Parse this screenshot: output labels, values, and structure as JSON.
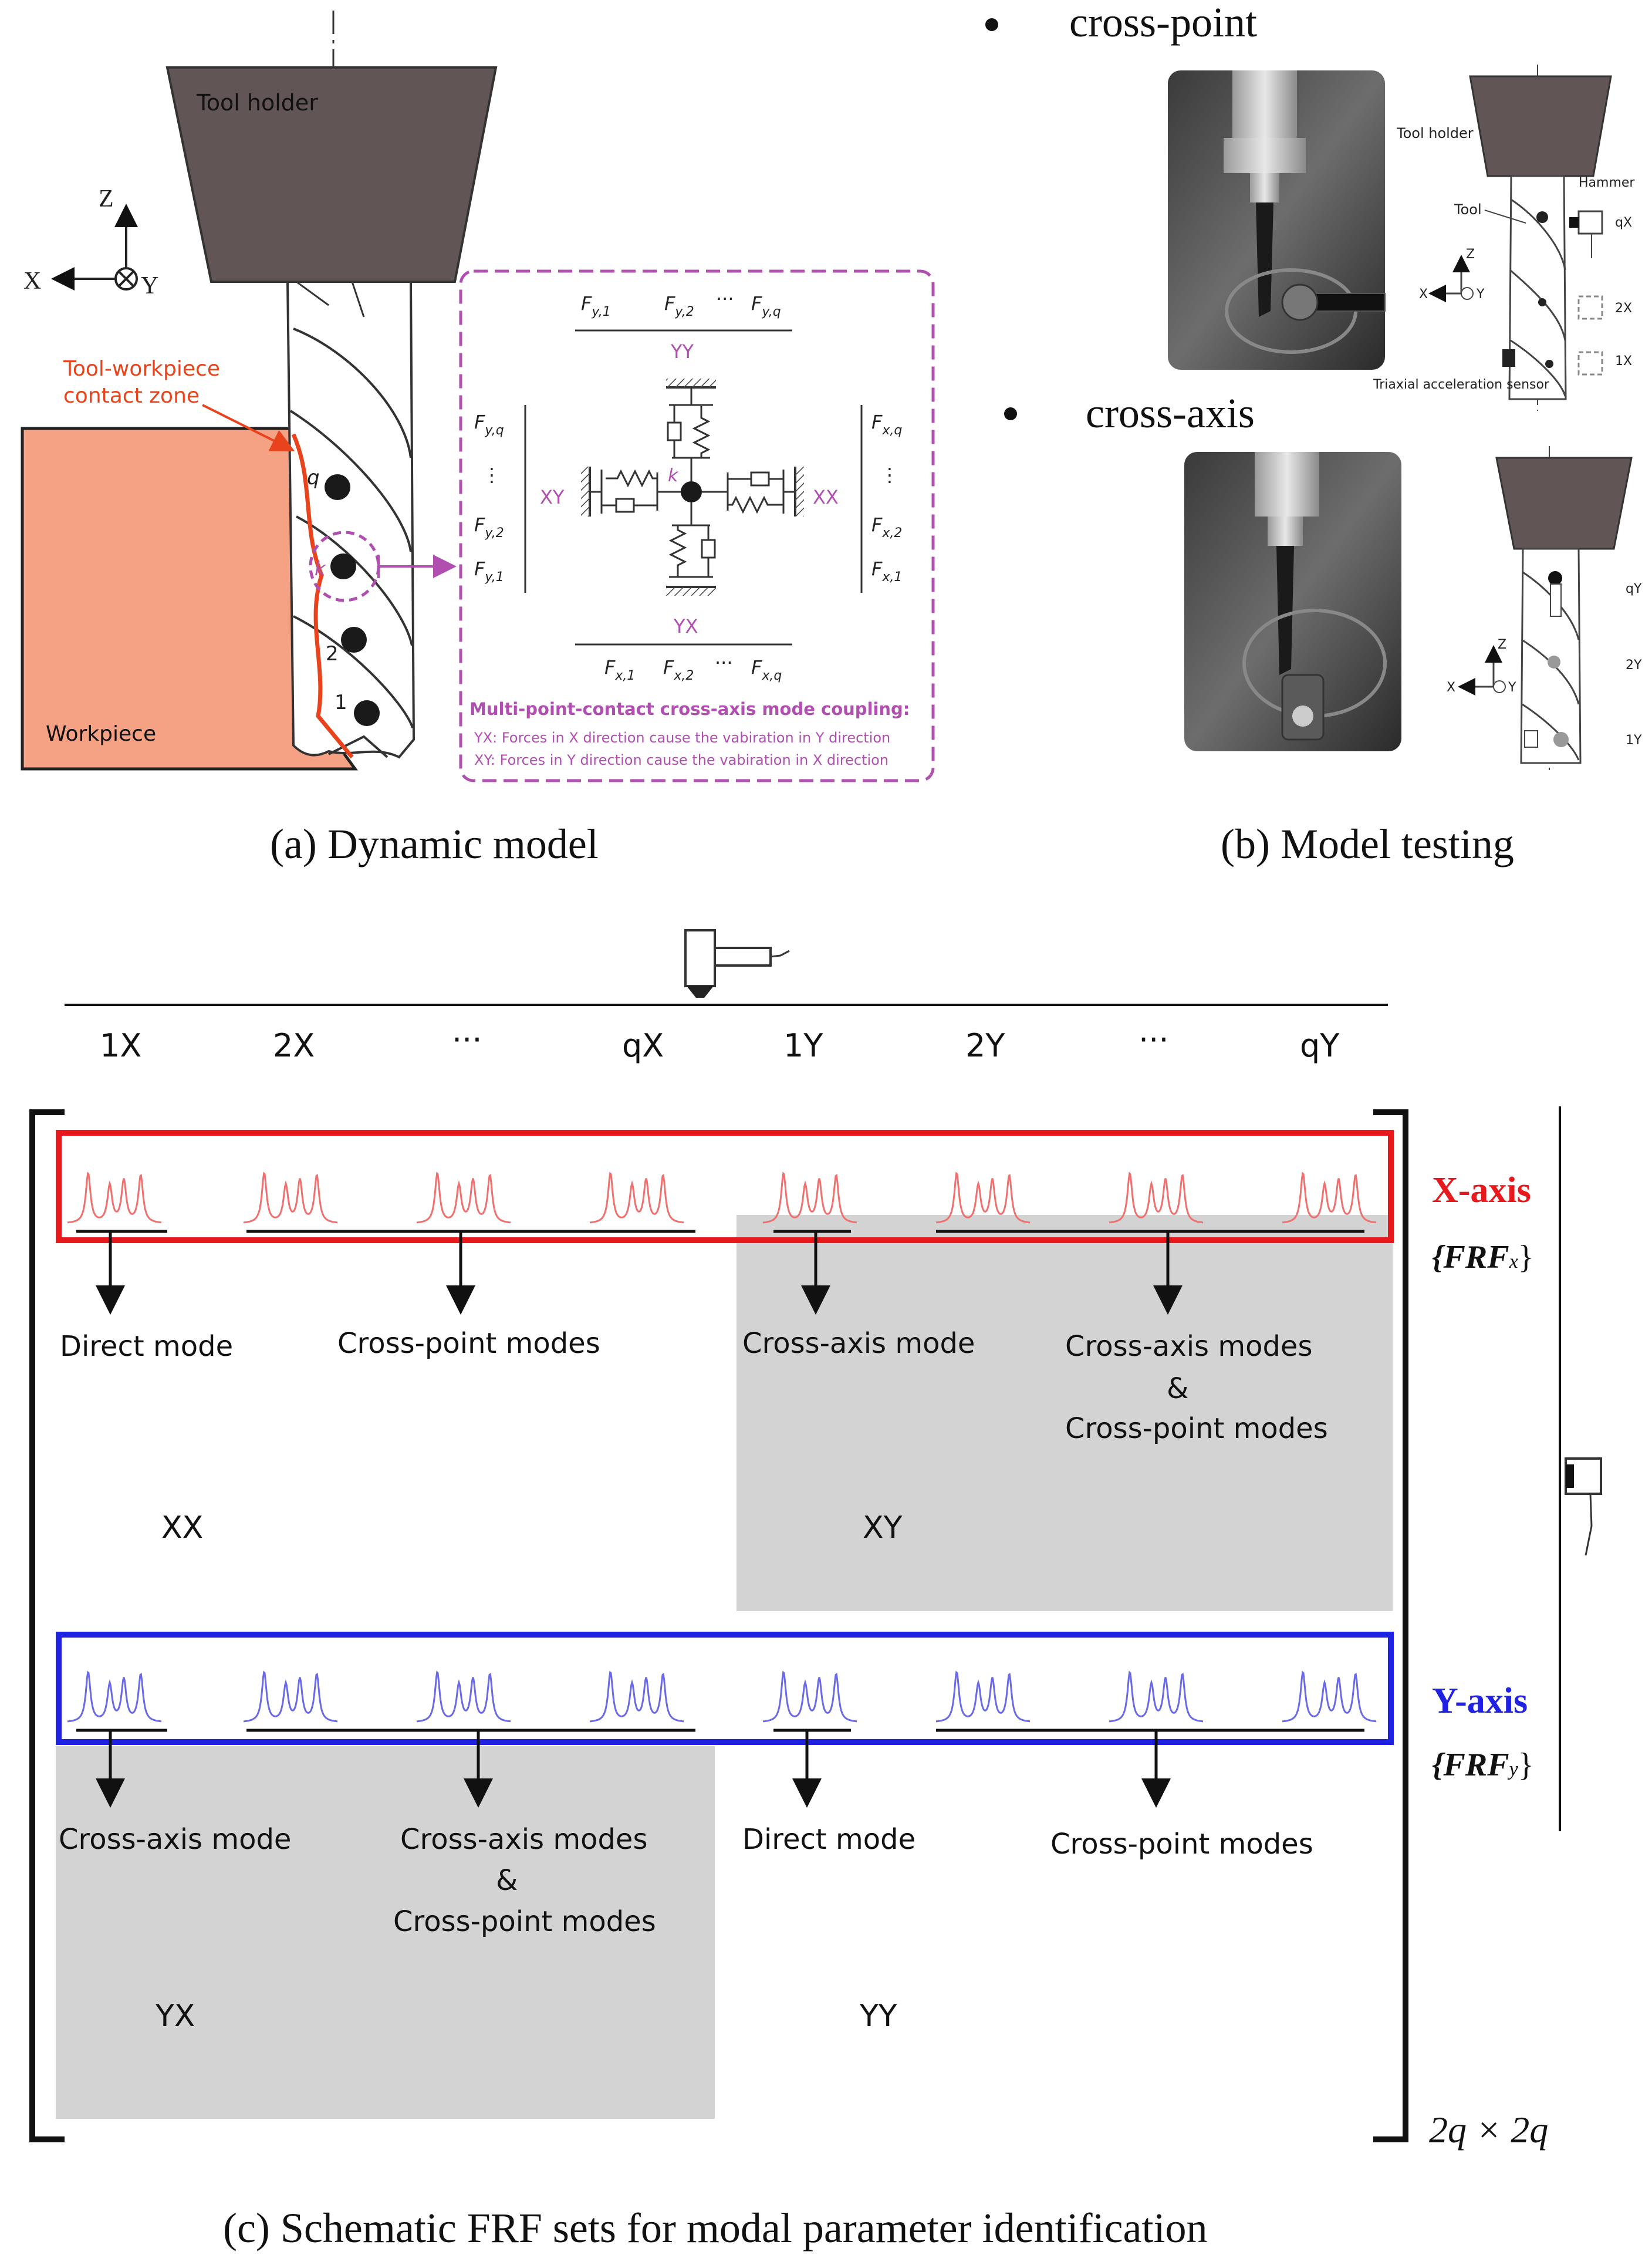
{
  "panel_a": {
    "caption": "(a) Dynamic model",
    "tool_holder": "Tool holder",
    "axis_z": "Z",
    "axis_x": "X",
    "axis_y": "Y",
    "contact_zone_line1": "Tool-workpiece",
    "contact_zone_line2": "contact zone",
    "workpiece": "Workpiece",
    "points": [
      "q",
      "k",
      "2",
      "1"
    ],
    "inset": {
      "top_forces": [
        "F",
        "F",
        "···",
        "F"
      ],
      "top_subs": [
        "y,1",
        "y,2",
        "",
        "y,q"
      ],
      "left_forces": [
        "F",
        "⋮",
        "F",
        "F"
      ],
      "left_subs": [
        "y,q",
        "",
        "y,2",
        "y,1"
      ],
      "right_forces": [
        "F",
        "⋮",
        "F",
        "F"
      ],
      "right_subs": [
        "x,q",
        "",
        "x,2",
        "x,1"
      ],
      "bottom_forces": [
        "F",
        "F",
        "···",
        "F"
      ],
      "bottom_subs": [
        "x,1",
        "x,2",
        "",
        "x,q"
      ],
      "yy": "YY",
      "yx": "YX",
      "xy": "XY",
      "xx": "XX",
      "k": "k",
      "title": "Multi-point-contact cross-axis mode coupling:",
      "note1": "YX: Forces in X direction cause the vabiration in Y direction",
      "note2": "XY: Forces in Y direction cause the vabiration in X direction"
    }
  },
  "panel_b": {
    "caption": "(b) Model testing",
    "bullet1": "cross-point",
    "bullet2": "cross-axis",
    "tool_holder": "Tool holder",
    "hammer": "Hammer",
    "tool": "Tool",
    "sensor": "Triaxial acceleration sensor",
    "labels_top": [
      "qX",
      "2X",
      "1X"
    ],
    "labels_bottom": [
      "qY",
      "2Y",
      "1Y"
    ],
    "axis_z": "Z",
    "axis_x": "X",
    "axis_y": "Y"
  },
  "panel_c": {
    "caption": "(c) Schematic FRF sets for modal parameter identification",
    "columns": [
      "1X",
      "2X",
      "···",
      "qX",
      "1Y",
      "2Y",
      "···",
      "qY"
    ],
    "x_row": {
      "label": "X-axis",
      "set_label": "{FRF",
      "set_sub": "x",
      "set_end": "}",
      "annotations": [
        "Direct mode",
        "Cross-point modes",
        "Cross-axis mode",
        "Cross-axis modes",
        "&",
        "Cross-point modes"
      ]
    },
    "y_row": {
      "label": "Y-axis",
      "set_label": "{FRF",
      "set_sub": "y",
      "set_end": "}",
      "annotations": [
        "Cross-axis mode",
        "Cross-axis modes",
        "&",
        "Cross-point modes",
        "Direct mode",
        "Cross-point modes"
      ]
    },
    "blocks": [
      "XX",
      "XY",
      "YX",
      "YY"
    ],
    "size_label": "2q × 2q",
    "colors": {
      "x_row": "#e8191c",
      "y_row": "#1f22e0",
      "shade": "#d3d3d3",
      "inset_purple": "#b04fb0",
      "contact": "#e8431c"
    }
  }
}
